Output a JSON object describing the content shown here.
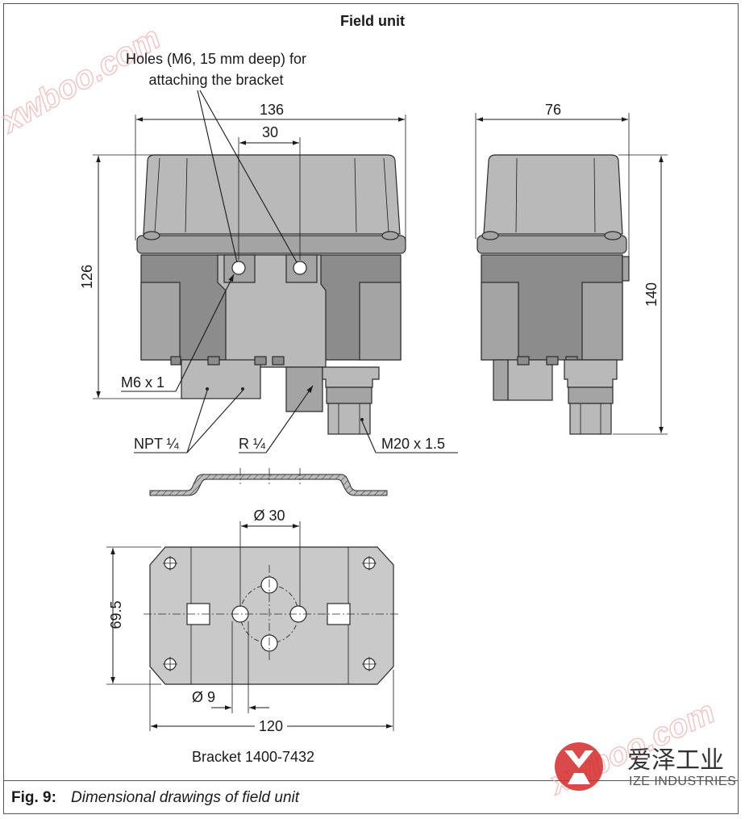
{
  "title": "Field unit",
  "labels": {
    "holes_line1": "Holes (M6, 15 mm deep) for",
    "holes_line2": "attaching the bracket",
    "m6": "M6 x 1",
    "npt": "NPT ¼",
    "r": "R ¼",
    "m20": "M20 x 1.5",
    "bracket": "Bracket 1400-7432"
  },
  "dimensions": {
    "width_front": "136",
    "hole_spacing": "30",
    "height_front": "126",
    "width_side": "76",
    "height_side": "140",
    "bracket_circle": "Ø 30",
    "bracket_height": "69.5",
    "bracket_hole": "Ø 9",
    "bracket_width": "120"
  },
  "caption": {
    "label": "Fig. 9:",
    "text": "Dimensional drawings of field unit"
  },
  "watermark": {
    "text": "xwboo.com"
  },
  "logo": {
    "chinese": "爱泽工业",
    "english": "IZE INDUSTRIES",
    "color": "#d42a2a"
  }
}
